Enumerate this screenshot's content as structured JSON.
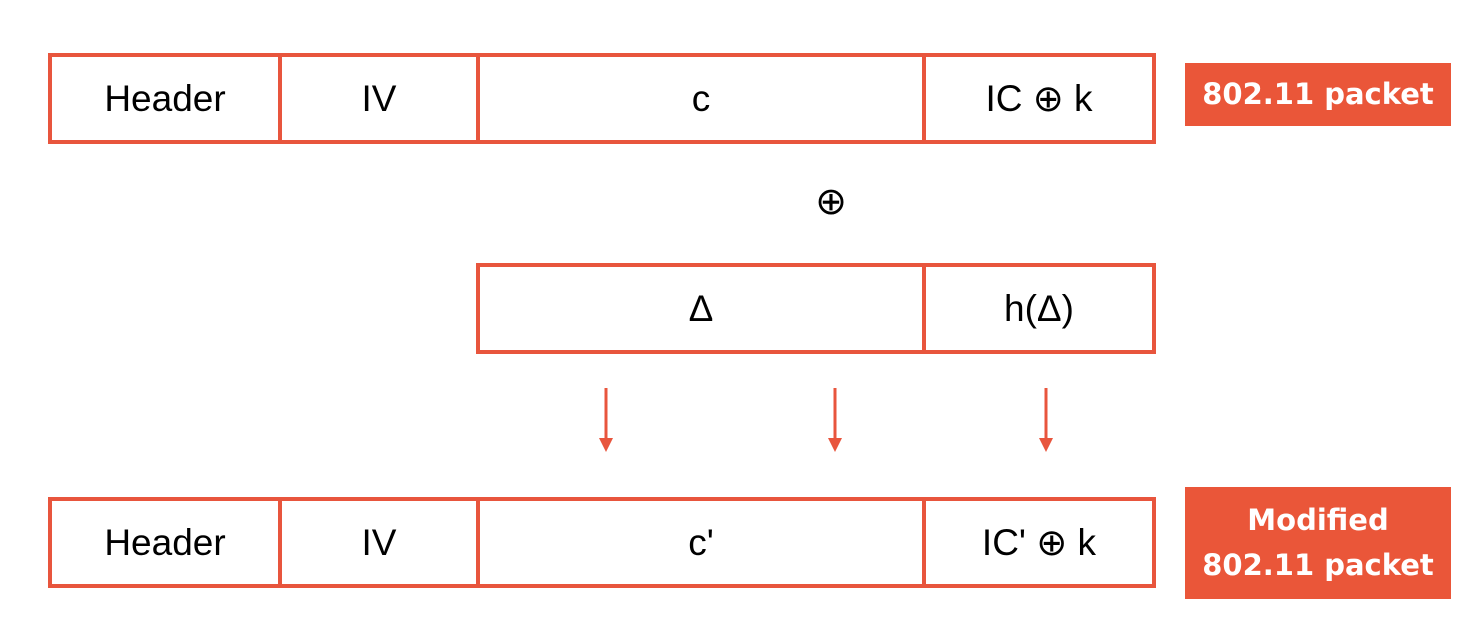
{
  "original_packet": {
    "cells": [
      "Header",
      "IV",
      "c",
      "IC ⊕ k"
    ],
    "label": "802.11 packet"
  },
  "xor_operator": "⊕",
  "delta_packet": {
    "cells": [
      "Δ",
      "h(Δ)"
    ]
  },
  "modified_packet": {
    "cells": [
      "Header",
      "IV",
      "c'",
      "IC' ⊕ k"
    ],
    "label_lines": [
      "Modified",
      "802.11 packet"
    ]
  },
  "colors": {
    "accent": "#e8553d",
    "badge_bg": "#ea5639",
    "text": "#000000"
  },
  "icons": [
    "down-arrow-icon",
    "down-arrow-icon",
    "down-arrow-icon"
  ]
}
